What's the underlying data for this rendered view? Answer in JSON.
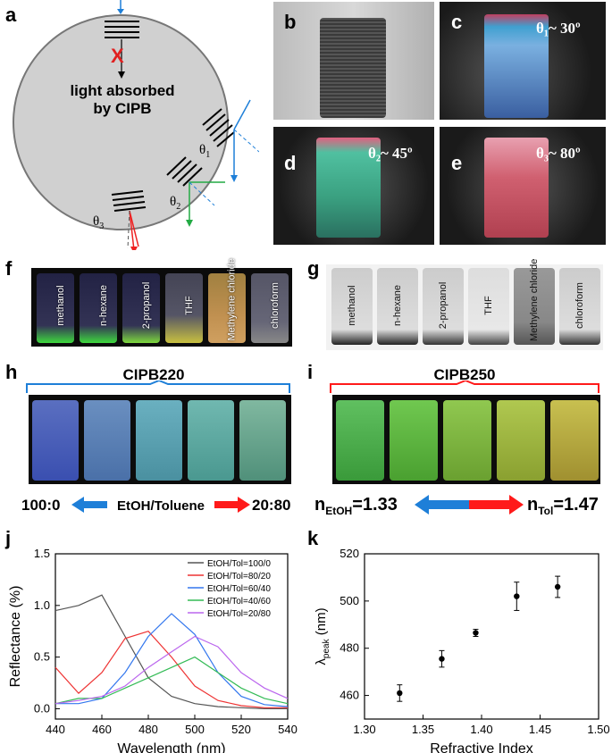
{
  "panels": {
    "a": "a",
    "b": "b",
    "c": "c",
    "d": "d",
    "e": "e",
    "f": "f",
    "g": "g",
    "h": "h",
    "i": "i",
    "j": "j",
    "k": "k"
  },
  "panel_a": {
    "mark": "X",
    "text_line1": "light absorbed",
    "text_line2": "by CIPB",
    "theta1": "θ",
    "theta1_sub": "1",
    "theta2": "θ",
    "theta2_sub": "2",
    "theta3": "θ",
    "theta3_sub": "3"
  },
  "angles": {
    "c": "θ₁~ 30º",
    "d": "θ₂~ 45º",
    "e": "θ₃~ 80º"
  },
  "solvents": [
    "methanol",
    "n-hexane",
    "2-propanol",
    "THF",
    "Methylene chloride",
    "chloroform"
  ],
  "panel_h": {
    "title": "CIPB220",
    "left": "100:0",
    "middle": "EtOH/Toluene",
    "right": "20:80"
  },
  "panel_i": {
    "title": "CIPB250",
    "left_main": "n",
    "left_sub": "EtOH",
    "left_val": "=1.33",
    "right_main": "n",
    "right_sub": "Tol",
    "right_val": "=1.47"
  },
  "colors": {
    "blue_arrow": "#1e7fd8",
    "red_arrow": "#ff1a1a",
    "bracket_h": "#1e7fd8",
    "bracket_i": "#ff1a1a"
  },
  "chart_data": [
    {
      "type": "line",
      "panel": "j",
      "xlabel": "Wavelength (nm)",
      "ylabel": "Reflectance (%)",
      "xlim": [
        440,
        540
      ],
      "ylim": [
        -0.1,
        1.5
      ],
      "xticks": [
        "440",
        "460",
        "480",
        "500",
        "520",
        "540"
      ],
      "yticks": [
        "0.0",
        "0.5",
        "1.0",
        "1.5"
      ],
      "x": [
        440,
        450,
        460,
        470,
        480,
        490,
        500,
        510,
        520,
        530,
        540
      ],
      "series": [
        {
          "name": "EtOH/Tol=100/0",
          "color": "#555555",
          "values": [
            0.95,
            1.0,
            1.1,
            0.7,
            0.3,
            0.12,
            0.05,
            0.02,
            0.01,
            0.0,
            0.0
          ]
        },
        {
          "name": "EtOH/Tol=80/20",
          "color": "#ee3333",
          "values": [
            0.4,
            0.15,
            0.35,
            0.68,
            0.75,
            0.5,
            0.22,
            0.08,
            0.03,
            0.01,
            0.01
          ]
        },
        {
          "name": "EtOH/Tol=60/40",
          "color": "#3377ee",
          "values": [
            0.05,
            0.05,
            0.1,
            0.35,
            0.7,
            0.92,
            0.72,
            0.35,
            0.12,
            0.04,
            0.02
          ]
        },
        {
          "name": "EtOH/Tol=40/60",
          "color": "#33bb55",
          "values": [
            0.05,
            0.1,
            0.1,
            0.2,
            0.3,
            0.4,
            0.5,
            0.35,
            0.2,
            0.1,
            0.05
          ]
        },
        {
          "name": "EtOH/Tol=20/80",
          "color": "#bb66ee",
          "values": [
            0.05,
            0.08,
            0.12,
            0.22,
            0.4,
            0.55,
            0.7,
            0.6,
            0.35,
            0.2,
            0.1
          ]
        }
      ]
    },
    {
      "type": "scatter",
      "panel": "k",
      "xlabel": "Refractive Index",
      "ylabel": "λ",
      "ylabel_sub": "peak",
      "ylabel_unit": " (nm)",
      "xlim": [
        1.3,
        1.5
      ],
      "ylim": [
        450,
        520
      ],
      "xticks": [
        "1.30",
        "1.35",
        "1.40",
        "1.45",
        "1.50"
      ],
      "yticks": [
        "460",
        "480",
        "500",
        "520"
      ],
      "x": [
        1.33,
        1.366,
        1.395,
        1.43,
        1.465
      ],
      "y": [
        461,
        475.5,
        486.5,
        502,
        506
      ],
      "err": [
        3.5,
        3.5,
        1.5,
        6,
        4.5
      ]
    }
  ]
}
